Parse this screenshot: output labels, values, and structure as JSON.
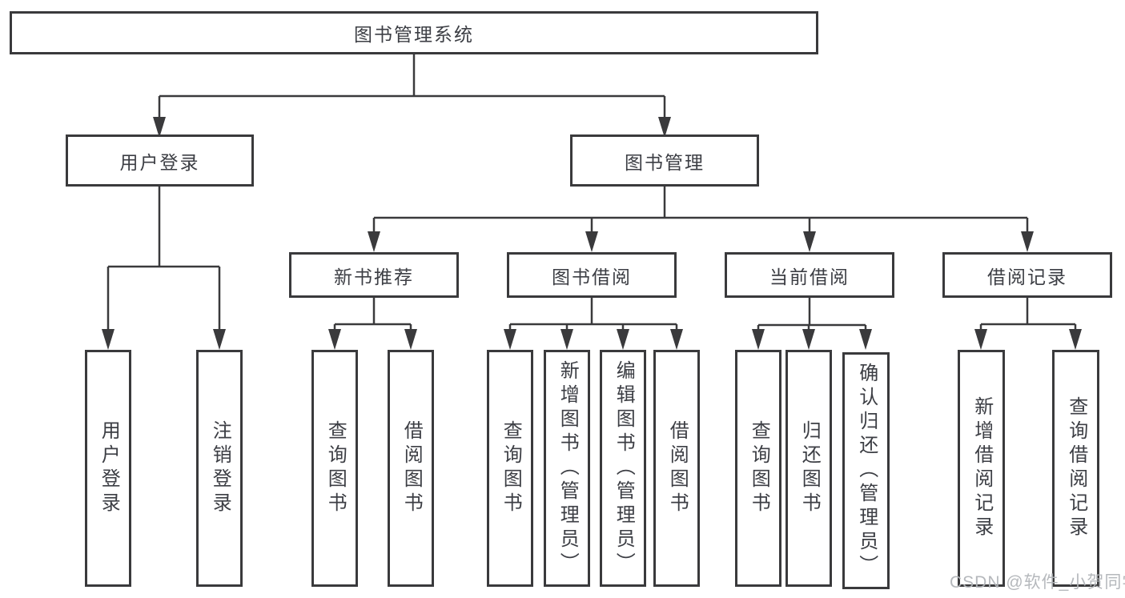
{
  "tree": {
    "root": {
      "label": "图书管理系统"
    },
    "branches": [
      {
        "label": "用户登录",
        "leaves": [
          {
            "label": "用户登录"
          },
          {
            "label": "注销登录"
          }
        ]
      },
      {
        "label": "图书管理",
        "groups": [
          {
            "label": "新书推荐",
            "leaves": [
              {
                "label": "查询图书"
              },
              {
                "label": "借阅图书"
              }
            ]
          },
          {
            "label": "图书借阅",
            "leaves": [
              {
                "label": "查询图书"
              },
              {
                "label": "新增图书（管理员）"
              },
              {
                "label": "编辑图书（管理员）"
              },
              {
                "label": "借阅图书"
              }
            ]
          },
          {
            "label": "当前借阅",
            "leaves": [
              {
                "label": "查询图书"
              },
              {
                "label": "归还图书"
              },
              {
                "label": "确认归还（管理员）"
              }
            ]
          },
          {
            "label": "借阅记录",
            "leaves": [
              {
                "label": "新增借阅记录"
              },
              {
                "label": "查询借阅记录"
              }
            ]
          }
        ]
      }
    ]
  },
  "watermark": {
    "text": "CSDN @软件_小贺同学"
  },
  "colors": {
    "line": "#3a3a3c",
    "text": "#3c3e44",
    "watermark": "#b2b5b9",
    "background": "#ffffff"
  }
}
